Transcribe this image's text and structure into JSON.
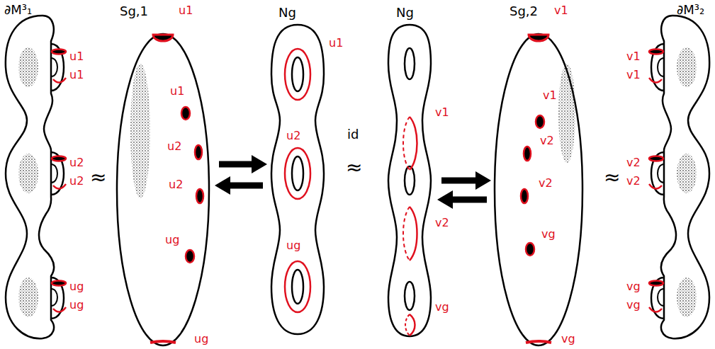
{
  "diagram": {
    "nodes": [
      {
        "text": [
          "∂M³₁"
        ]
      },
      {
        "text": [
          "Sg,1"
        ]
      },
      {
        "text": [
          "Ng"
        ]
      },
      {
        "text": [
          "Ng"
        ]
      },
      {
        "text": [
          "Sg,2"
        ]
      },
      {
        "text": [
          "∂M³₂"
        ]
      }
    ],
    "edges": [
      {
        "from": 1,
        "to": 2,
        "arrow": "to"
      },
      {
        "from": 2,
        "to": 1,
        "arrow": "to"
      },
      {
        "from": 3,
        "to": 4,
        "arrow": "to"
      },
      {
        "from": 4,
        "to": 3,
        "arrow": "to"
      }
    ],
    "labels": [
      "u1",
      "u1",
      "u2",
      "u2",
      "ug",
      "ug",
      "≈",
      "u1",
      "u1",
      "u2",
      "u2",
      "ug",
      "ug",
      "u1",
      "u2",
      "ug",
      "id",
      "≈",
      "v1",
      "v2",
      "vg",
      "v1",
      "v1",
      "v2",
      "v2",
      "vg",
      "vg",
      "≈",
      "v1",
      "v1",
      "v2",
      "v2",
      "vg",
      "vg"
    ]
  }
}
